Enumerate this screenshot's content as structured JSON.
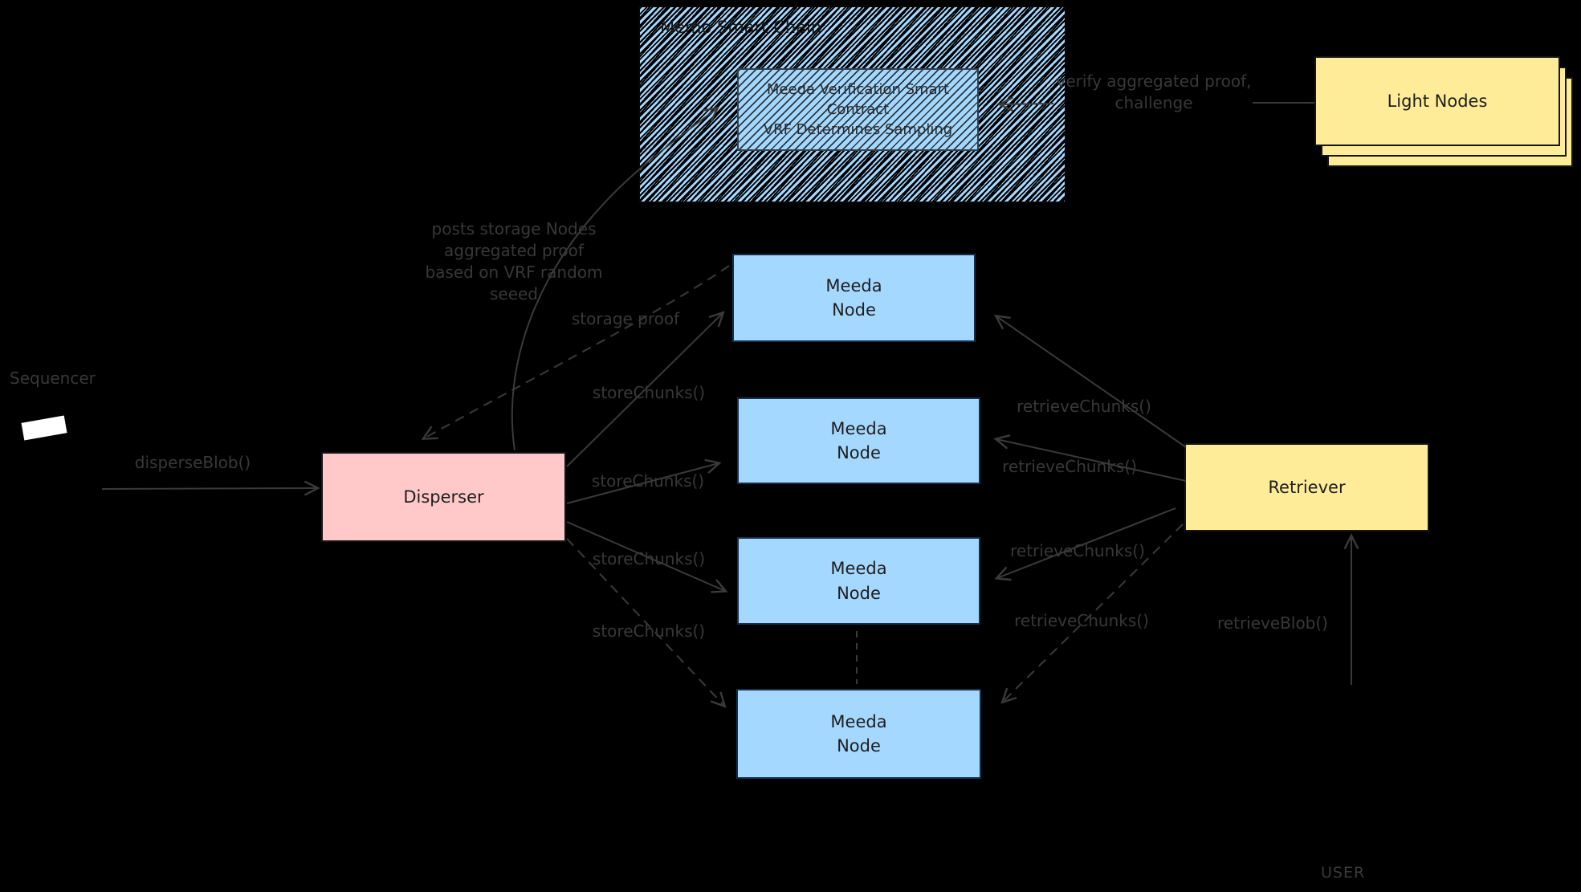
{
  "colors": {
    "background": "#000000",
    "blue_fill": "#a5d8ff",
    "pink_fill": "#ffc9c9",
    "yellow_fill": "#ffec99",
    "box_text": "#1e1e1e",
    "muted_text": "#3a3a3a",
    "paper": "#ffffff"
  },
  "chain": {
    "title": "Memo Smart Chain",
    "contract": {
      "line1": "Meeda Verification Smart",
      "line2": "Contract",
      "line3": "VRF Determines Sampling"
    }
  },
  "light_nodes": {
    "label": "Light Nodes"
  },
  "sequencer": {
    "label": "Sequencer"
  },
  "disperser": {
    "label": "Disperser"
  },
  "retriever": {
    "label": "Retriever"
  },
  "user": {
    "label": "USER"
  },
  "meeda_nodes": [
    {
      "line1": "Meeda",
      "line2": "Node"
    },
    {
      "line1": "Meeda",
      "line2": "Node"
    },
    {
      "line1": "Meeda",
      "line2": "Node"
    },
    {
      "line1": "Meeda",
      "line2": "Node"
    }
  ],
  "edge_labels": {
    "disperse_blob": "disperseBlob()",
    "posts_proof": {
      "line1": "posts storage Nodes",
      "line2": "aggregated proof",
      "line3": "based on VRF random",
      "line4": "seeed"
    },
    "storage_proof": "storage proof",
    "store_chunks": [
      "storeChunks()",
      "storeChunks()",
      "storeChunks()",
      "storeChunks()"
    ],
    "retrieve_chunks": [
      "retrieveChunks()",
      "retrieveChunks()",
      "retrieveChunks()",
      "retrieveChunks()"
    ],
    "retrieve_blob": "retrieveBlob()",
    "verify": {
      "line1": "verify aggregated proof,",
      "line2": "challenge"
    }
  }
}
